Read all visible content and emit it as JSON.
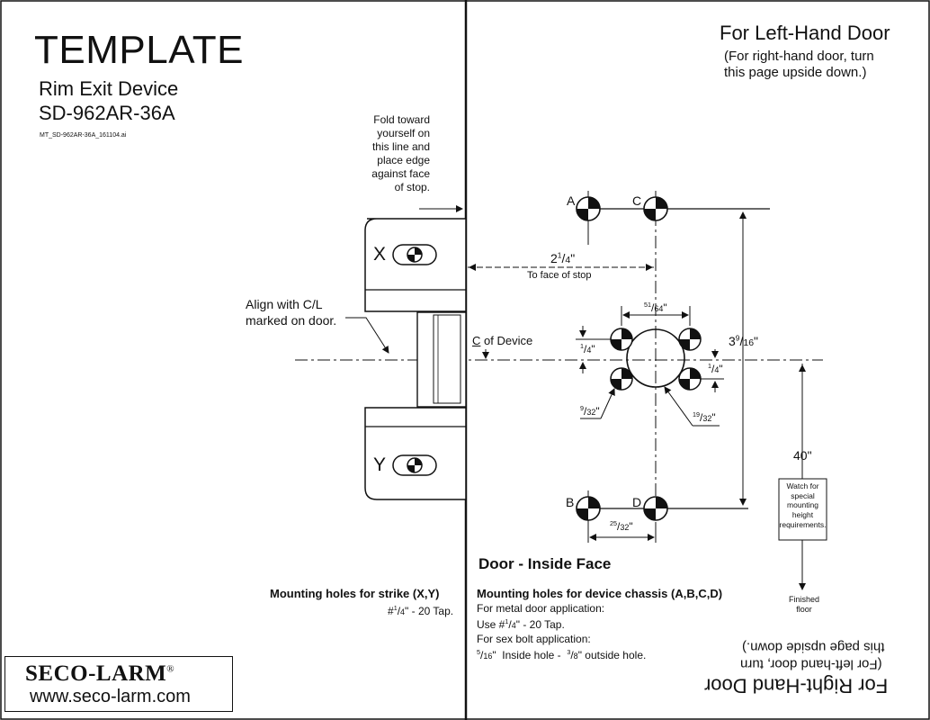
{
  "header": {
    "title": "TEMPLATE",
    "product_line1": "Rim Exit Device",
    "product_line2": "SD-962AR-36A",
    "file_ref": "MT_SD-962AR-36A_161104.ai"
  },
  "orientation": {
    "left_title": "For Left-Hand Door",
    "left_note_1": "(For right-hand door, turn",
    "left_note_2": "this page upside down.)",
    "right_title": "For Right-Hand Door",
    "right_note_1": "(For left-hand door, turn",
    "right_note_2": "this page upside down.)"
  },
  "fold_note": [
    "Fold toward",
    "yourself on",
    "this line and",
    "place edge",
    "against face",
    "of stop."
  ],
  "align_note": [
    "Align with C/L",
    "marked on door."
  ],
  "strike": {
    "label_x": "X",
    "label_y": "Y",
    "heading": "Mounting holes for strike (X,Y)",
    "tap_prefix": "#",
    "tap_num": "1",
    "tap_den": "4",
    "tap_suffix": "\" - 20 Tap."
  },
  "holes": {
    "a": "A",
    "b": "B",
    "c": "C",
    "d": "D"
  },
  "dimensions": {
    "stop_whole": "2",
    "stop_num": "1",
    "stop_den": "4",
    "stop_caption": "To face of stop",
    "cl_of_device": "of Device",
    "cl_symbol": "C",
    "dim_51_num": "51",
    "dim_51_den": "64",
    "quarter_num": "1",
    "quarter_den": "4",
    "dim_9_num": "9",
    "dim_9_den": "32",
    "dim_19_num": "19",
    "dim_19_den": "32",
    "dim_25_num": "25",
    "dim_25_den": "32",
    "height_whole": "3",
    "height_num": "9",
    "height_den": "16",
    "inch": "\"",
    "floor_height": "40\""
  },
  "watch_note": [
    "Watch for",
    "special",
    "mounting",
    "height",
    "requirements."
  ],
  "floor_label": [
    "Finished",
    "floor"
  ],
  "door_face": "Door - Inside Face",
  "chassis": {
    "heading": "Mounting holes for device chassis (A,B,C,D)",
    "line1": "For metal door application:",
    "line2_prefix": "Use  #",
    "line2_num": "1",
    "line2_den": "4",
    "line2_suffix": "\" - 20 Tap.",
    "line3": "For sex bolt application:",
    "line4_a_num": "5",
    "line4_a_den": "16",
    "line4_b": "\"  Inside hole -  ",
    "line4_c_num": "3",
    "line4_c_den": "8",
    "line4_d": "\" outside hole."
  },
  "brand": {
    "name": "SECO-LARM",
    "registered": "®",
    "url": "www.seco-larm.com"
  },
  "colors": {
    "ink": "#111111",
    "background": "#ffffff",
    "strike_block": "#ffffff"
  }
}
